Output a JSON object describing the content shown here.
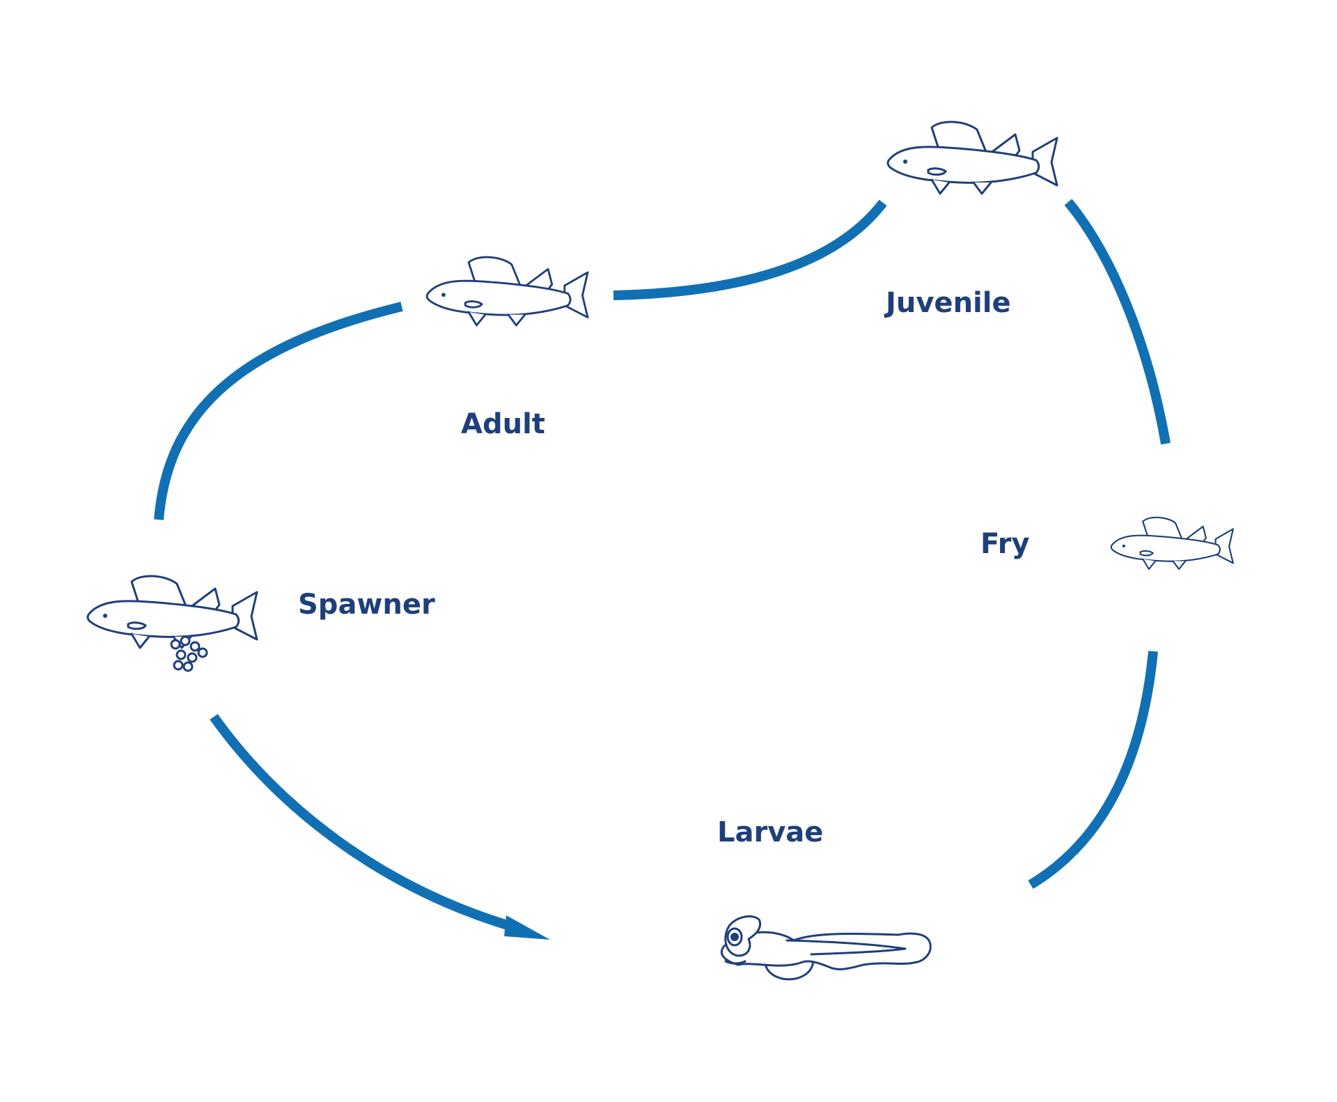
{
  "colors": {
    "arrow": "#1170b3",
    "outline": "#1e3f7a",
    "label": "#1e3f7a",
    "background": "#ffffff"
  },
  "stages": {
    "adult": {
      "label": "Adult",
      "icon": "perch-adult-icon"
    },
    "juvenile": {
      "label": "Juvenile",
      "icon": "perch-juvenile-icon"
    },
    "fry": {
      "label": "Fry",
      "icon": "perch-fry-icon"
    },
    "larvae": {
      "label": "Larvae",
      "icon": "fish-larva-icon"
    },
    "spawner": {
      "label": "Spawner",
      "icon": "perch-spawner-with-eggs-icon"
    }
  }
}
